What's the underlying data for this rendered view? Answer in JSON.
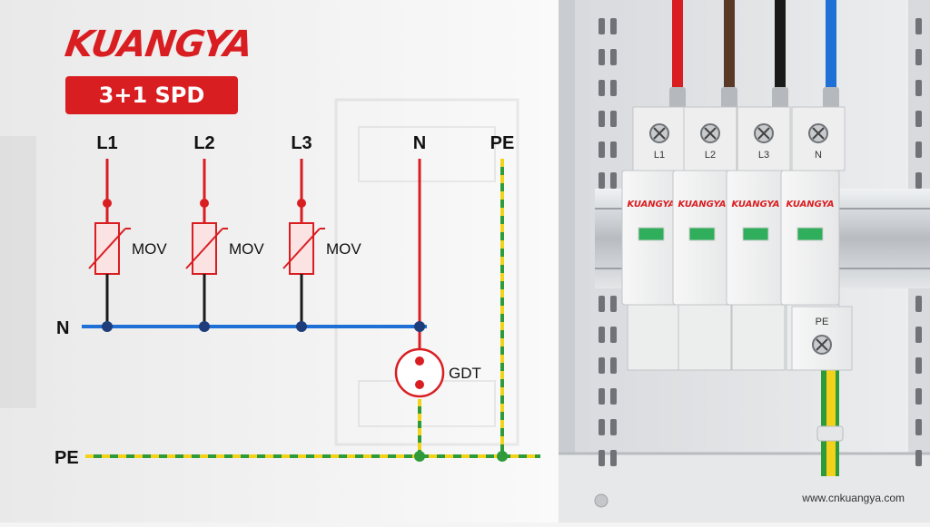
{
  "brand": "KUANGYA",
  "badge": "3+1 SPD",
  "website": "www.cnkuangya.com",
  "diagram": {
    "phase_labels": [
      "L1",
      "L2",
      "L3",
      "N",
      "PE"
    ],
    "mov_label": "MOV",
    "gdt_label": "GDT",
    "n_bus_label": "N",
    "pe_bus_label": "PE"
  },
  "device": {
    "module_brand": "KUANGYA",
    "terminal_labels": [
      "L1",
      "L2",
      "L3",
      "N"
    ],
    "pe_label": "PE"
  },
  "colors": {
    "brand_red": "#d91e22",
    "neutral_blue": "#1e6fd6",
    "pe_green": "#2e9a3a",
    "pe_yellow": "#f2d21a",
    "wire_brown": "#5a3a26",
    "wire_black": "#1a1a1a",
    "indicator_green": "#2fae5b"
  }
}
